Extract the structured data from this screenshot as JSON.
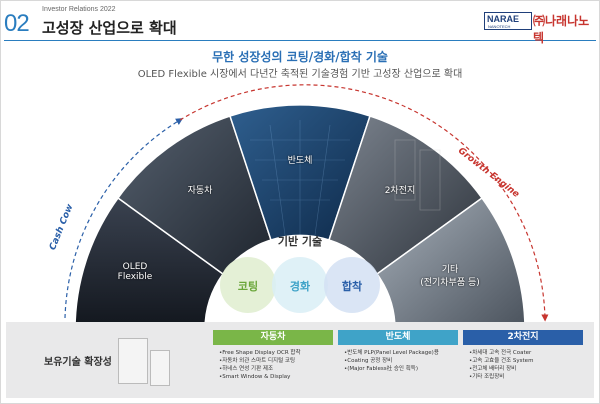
{
  "header": {
    "section_number": "02",
    "kicker": "Investor Relations 2022",
    "title": "고성장 산업으로 확대",
    "logo_text": "NARAE",
    "logo_subtext": "NANOTECH",
    "company_name": "㈜나래나노텍"
  },
  "headline": "무한 성장성의 코팅/경화/합착 기술",
  "subline": "OLED Flexible 시장에서 다년간 축적된 기술경험 기반 고성장 산업으로 확대",
  "segments": [
    {
      "label": "OLED Flexible",
      "label_line2": "Flexible",
      "label_line1": "OLED"
    },
    {
      "label": "자동차"
    },
    {
      "label": "반도체"
    },
    {
      "label": "2차전지"
    },
    {
      "label": "기타",
      "label_line2": "(전기차부품 등)"
    }
  ],
  "arc_labels": {
    "left": "Cash Cow",
    "right": "Growth Engine"
  },
  "base_tech": {
    "title": "기반 기술",
    "circles": [
      "코팅",
      "경화",
      "합착"
    ]
  },
  "expansion": {
    "label": "보유기술 확장성",
    "columns": [
      {
        "title": "자동차",
        "items": [
          "Free Shape Display OCR 합착",
          "자동차 외관 스마트 디지털 코팅",
          "하네스 연성 기판 제조",
          "Smart Window & Display"
        ]
      },
      {
        "title": "반도체",
        "items": [
          "반도체 PLP(Panel Level Package)용",
          "Coating 공정 장비",
          "(Major Fabless社 승인 획득)"
        ]
      },
      {
        "title": "2차전지",
        "items": [
          "차세대 고속 전극 Coater",
          "고속 고효율 건조 System",
          "전고체 배터리 장비",
          "기타 조립장비"
        ]
      }
    ]
  },
  "colors": {
    "accent_blue": "#2a7dbf",
    "brand_red": "#c7352f",
    "green": "#7ab648",
    "teal": "#3fa3c8",
    "navy": "#2a5fa8"
  }
}
